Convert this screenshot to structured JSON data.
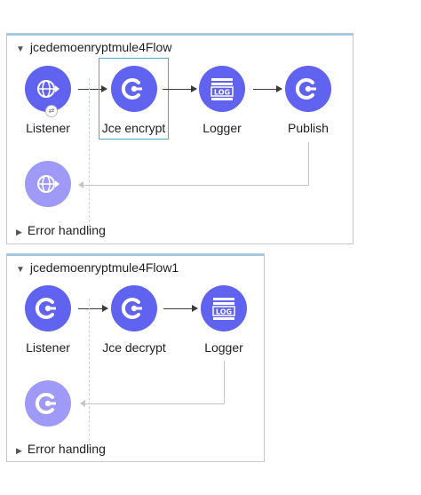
{
  "flows": [
    {
      "title": "jcedemoenryptmule4Flow",
      "nodes": [
        {
          "label": "Listener",
          "icon": "globe-icon"
        },
        {
          "label": "Jce encrypt",
          "icon": "connector-icon"
        },
        {
          "label": "Logger",
          "icon": "log-icon"
        },
        {
          "label": "Publish",
          "icon": "connector-icon"
        }
      ],
      "error_handling_label": "Error handling"
    },
    {
      "title": "jcedemoenryptmule4Flow1",
      "nodes": [
        {
          "label": "Listener",
          "icon": "connector-icon"
        },
        {
          "label": "Jce decrypt",
          "icon": "connector-icon"
        },
        {
          "label": "Logger",
          "icon": "log-icon"
        }
      ],
      "error_handling_label": "Error handling"
    }
  ],
  "colors": {
    "node_primary": "#6063f0",
    "node_light": "#9f9af7",
    "selection_border": "#4aa8c8"
  }
}
